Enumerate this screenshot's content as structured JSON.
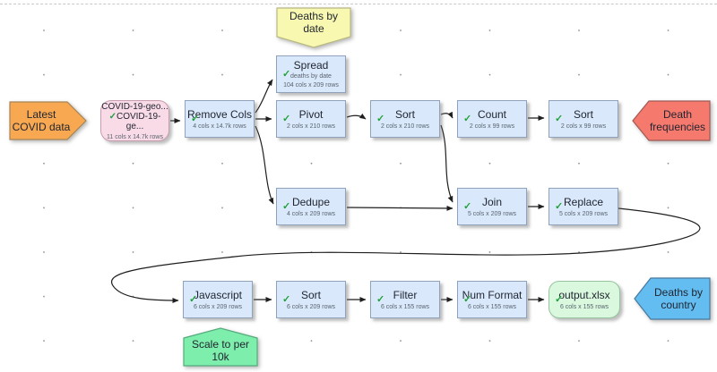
{
  "canvas": {
    "background": "#ffffff",
    "dot_grid_color": "#8f8f8f",
    "page_boundary": "dashed"
  },
  "status": {
    "check": "✓",
    "check_color": "#1ca03c"
  },
  "palette": {
    "process_node_fill": "#d9e8fa",
    "process_node_border": "#8fa2ba",
    "input_node_fill": "#f9dbe7",
    "output_node_fill": "#d9f8dd",
    "note_yellow": "#f8f8b0",
    "note_green": "#7deeab",
    "flag_orange": "#f7a851",
    "flag_red": "#f5796d",
    "flag_blue": "#63bdf1",
    "connector": "#1f1f1f"
  },
  "flags": {
    "latest_covid": {
      "line1": "Latest",
      "line2": "COVID data"
    },
    "death_frequencies": {
      "line1": "Death",
      "line2": "frequencies"
    },
    "deaths_by_country": {
      "line1": "Deaths by",
      "line2": "country"
    }
  },
  "notes": {
    "deaths_by_date": {
      "line1": "Deaths by",
      "line2": "date"
    },
    "scale_to_per_10k": {
      "line1": "Scale to per",
      "line2": "10k"
    }
  },
  "nodes": {
    "input": {
      "title1": "COVID-19-geo...",
      "title2": "COVID-19-ge...",
      "meta": "11 cols x 14.7k rows"
    },
    "remove_cols": {
      "title": "Remove Cols",
      "meta": "4 cols x 14.7k rows"
    },
    "spread": {
      "title": "Spread",
      "info": "deaths by date",
      "meta": "104 cols x 209 rows"
    },
    "pivot": {
      "title": "Pivot",
      "meta": "2 cols x 210 rows"
    },
    "sort_top": {
      "title": "Sort",
      "meta": "2 cols x 210 rows"
    },
    "count": {
      "title": "Count",
      "meta": "2 cols x 99 rows"
    },
    "sort_top2": {
      "title": "Sort",
      "meta": "2 cols x 99 rows"
    },
    "dedupe": {
      "title": "Dedupe",
      "meta": "4 cols x 209 rows"
    },
    "join": {
      "title": "Join",
      "meta": "5 cols x 209 rows"
    },
    "replace": {
      "title": "Replace",
      "meta": "5 cols x 209 rows"
    },
    "javascript": {
      "title": "Javascript",
      "meta": "6 cols x 209 rows"
    },
    "sort_bottom": {
      "title": "Sort",
      "meta": "6 cols x 209 rows"
    },
    "filter": {
      "title": "Filter",
      "meta": "6 cols x 155 rows"
    },
    "num_format": {
      "title": "Num Format",
      "meta": "6 cols x 155 rows"
    },
    "output": {
      "title": "output.xlsx",
      "meta": "6 cols x 155 rows"
    }
  }
}
